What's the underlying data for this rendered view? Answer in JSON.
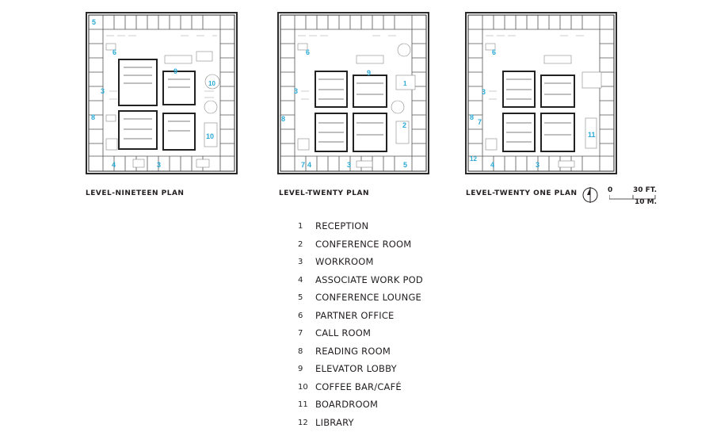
{
  "plans": [
    {
      "title": "LEVEL-NINETEEN PLAN",
      "labels": [
        "5",
        "6",
        "3",
        "9",
        "10",
        "8",
        "10",
        "4",
        "3"
      ]
    },
    {
      "title": "LEVEL-TWENTY PLAN",
      "labels": [
        "6",
        "3",
        "9",
        "1",
        "8",
        "2",
        "7",
        "4",
        "3",
        "5"
      ]
    },
    {
      "title": "LEVEL-TWENTY ONE PLAN",
      "labels": [
        "6",
        "3",
        "8",
        "7",
        "11",
        "12",
        "4",
        "3"
      ]
    }
  ],
  "legend": [
    {
      "num": "1",
      "label": "RECEPTION"
    },
    {
      "num": "2",
      "label": "CONFERENCE ROOM"
    },
    {
      "num": "3",
      "label": "WORKROOM"
    },
    {
      "num": "4",
      "label": "ASSOCIATE WORK POD"
    },
    {
      "num": "5",
      "label": "CONFERENCE LOUNGE"
    },
    {
      "num": "6",
      "label": "PARTNER OFFICE"
    },
    {
      "num": "7",
      "label": "CALL ROOM"
    },
    {
      "num": "8",
      "label": "READING ROOM"
    },
    {
      "num": "9",
      "label": "ELEVATOR LOBBY"
    },
    {
      "num": "10",
      "label": "COFFEE BAR/CAFÉ"
    },
    {
      "num": "11",
      "label": "BOARDROOM"
    },
    {
      "num": "12",
      "label": "LIBRARY"
    }
  ],
  "scale": {
    "zero": "0",
    "feet": "30 FT.",
    "meters": "10 M."
  },
  "colors": {
    "ink": "#231f20",
    "accent": "#29a9d6",
    "wall": "#3a3a3a",
    "furniture": "#8a8a8a"
  }
}
